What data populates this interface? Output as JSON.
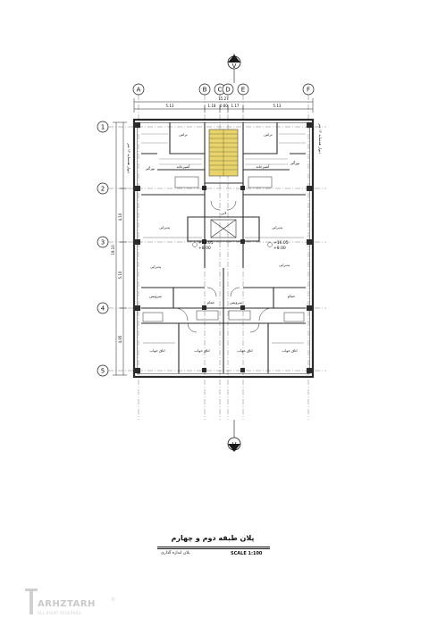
{
  "drawing": {
    "column_axes": [
      "A",
      "B",
      "C",
      "D",
      "E",
      "F"
    ],
    "row_axes": [
      "1",
      "2",
      "3",
      "4",
      "5"
    ],
    "section_marker": "V",
    "dims_top_overall": "15.27",
    "dims_top": [
      "5.13",
      "1.18",
      "0.80",
      "1.17",
      "5.13"
    ],
    "dims_left": [
      "4.10",
      "5.10",
      "4.95"
    ],
    "dims_left_overall": "19.10",
    "side_note_left": "دیوار همسایه ۱۲ متر",
    "side_note_right": "دیوار همسایه ۱۲ متر",
    "room_labels": {
      "terrace": "تراس",
      "light_well": "نورگیر",
      "bedroom_master": "اتاق خواب",
      "bedroom": "اتاق خواب",
      "kitchen": "آشپزخانه",
      "living": "پذیرایی",
      "bath": "حمام",
      "wc": "سرویس",
      "lobby": "لابی",
      "elevator": "آسانسور",
      "stair": "راه پله"
    },
    "level_a_1": "+16.05",
    "level_a_2": "+8.00",
    "level_b_1": "+16.05",
    "level_b_2": "+8.00"
  },
  "title_block": {
    "title": "پلان طبقه دوم و چهارم",
    "subtitle": "پلان اندازه گذاری",
    "scale": "SCALE 1:100"
  },
  "watermark": {
    "brand": "ARHZTARH",
    "tagline": "ALL RIGHT RESERVED",
    "reg": "®"
  },
  "colors": {
    "line": "#1a1a1a",
    "wall": "#2b2b2b",
    "stair": "#e8d46a",
    "watermark": "#c9c9c9"
  }
}
